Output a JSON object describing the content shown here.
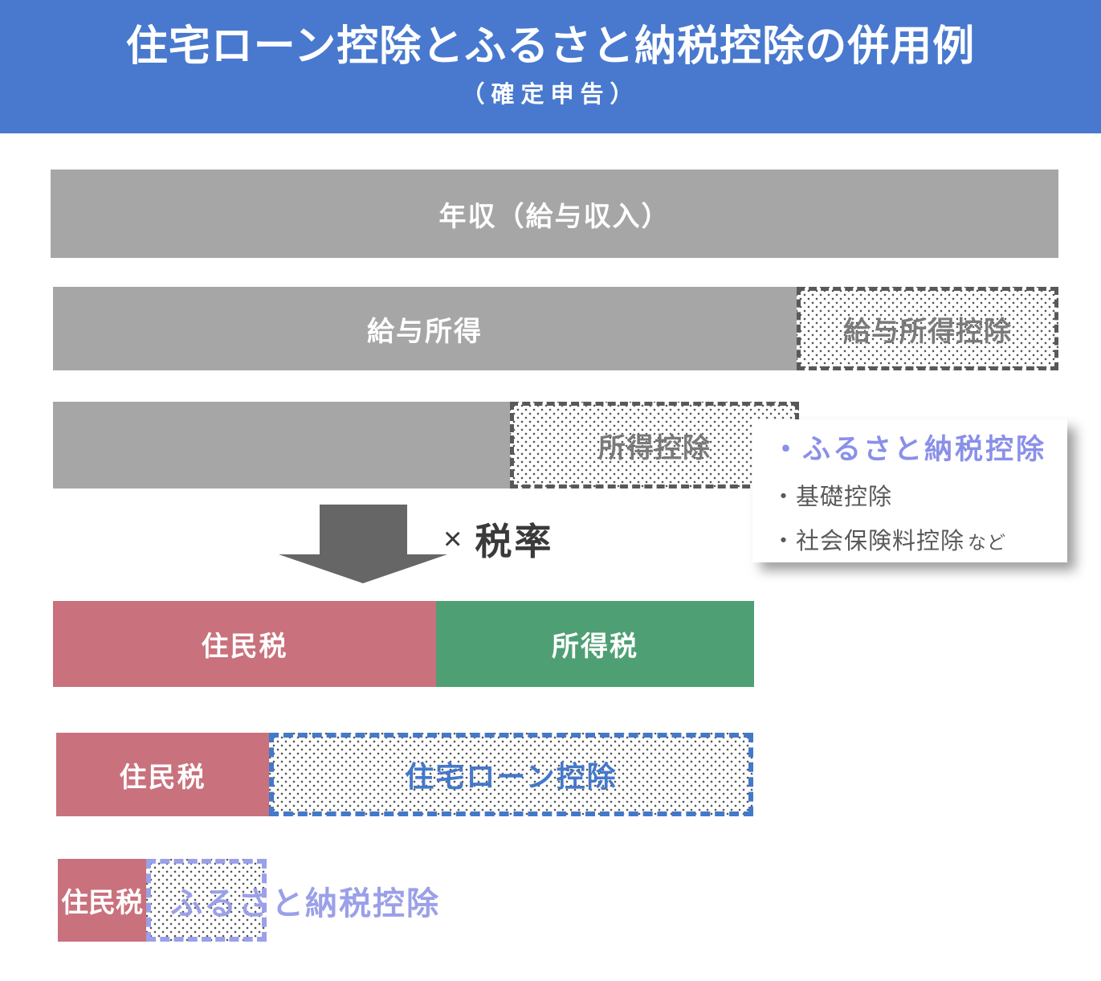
{
  "header": {
    "title": "住宅ローン控除とふるさと納税控除の併用例",
    "subtitle": "（確定申告）"
  },
  "diagram": {
    "row_income": {
      "label": "年収（給与収入）"
    },
    "row_salary": {
      "earned_label": "給与所得",
      "deduction_label": "給与所得控除"
    },
    "row_taxable": {
      "deduction_label": "所得控除"
    },
    "note_card": {
      "items": [
        {
          "label": "・ふるさと納税控除"
        },
        {
          "label": "・基礎控除"
        },
        {
          "label": "・社会保険料控除",
          "suffix": "など"
        }
      ]
    },
    "multiply": {
      "operator": "×",
      "label": "税率"
    },
    "row_tax": {
      "resident_label": "住民税",
      "income_tax_label": "所得税"
    },
    "row_housing_loan": {
      "resident_label": "住民税",
      "deduction_label": "住宅ローン控除"
    },
    "row_furusato": {
      "resident_label": "住民税",
      "deduction_label": "ふるさと納税控除"
    }
  },
  "colors": {
    "header_bg": "#4879CE",
    "bar_gray": "#A6A6A6",
    "dash_gray": "#595959",
    "gray_label": "#7A7A7A",
    "arrow_gray": "#666666",
    "dark_text": "#3A3A3A",
    "red": "#C9717C",
    "green": "#4F9F74",
    "blue": "#4478CA",
    "purple": "#9BA0E8",
    "purple_card": "#8A90E8",
    "card_text": "#595959",
    "dot": "#555555"
  }
}
